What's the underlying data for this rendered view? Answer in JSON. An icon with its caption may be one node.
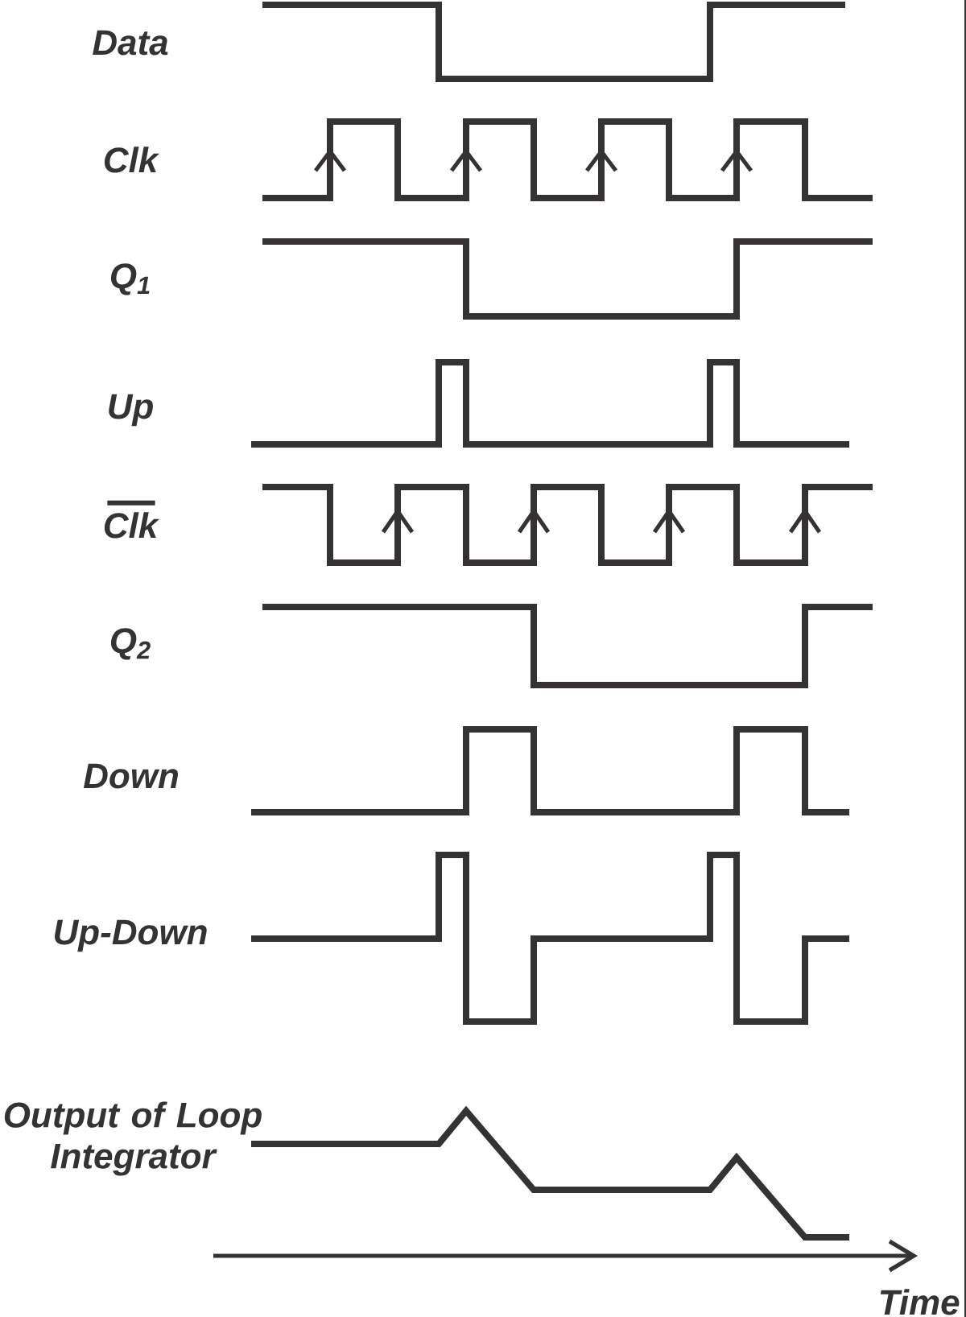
{
  "diagram": {
    "labels": [
      "Data",
      "Clk",
      "Q$_{1}$",
      "Up",
      "Clk",
      "Q$_{2}$",
      "Down",
      "Up-Down",
      "Output of Loop Integrator",
      "Time"
    ]
  }
}
